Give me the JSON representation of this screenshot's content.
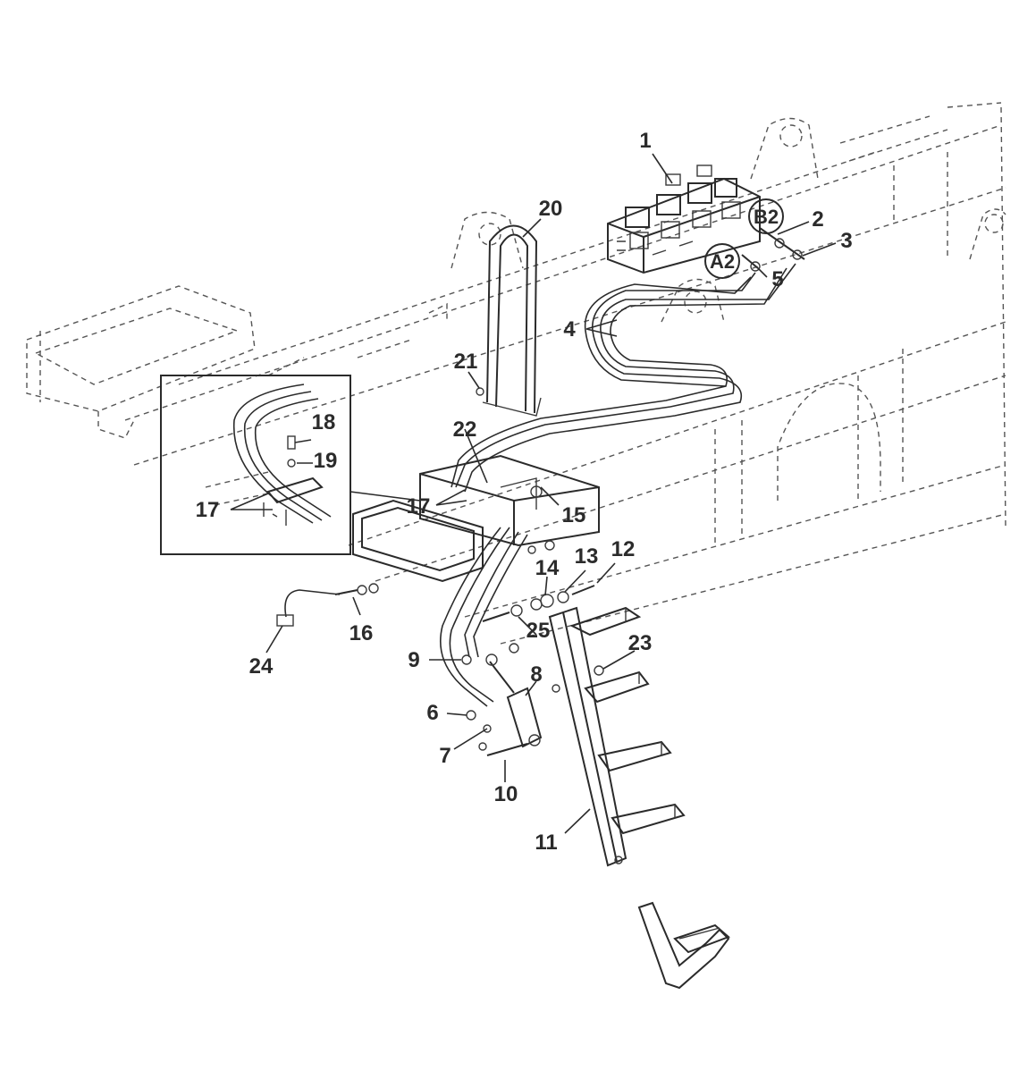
{
  "callouts": {
    "c1": "1",
    "c2": "2",
    "c3": "3",
    "c4": "4",
    "c5": "5",
    "c6": "6",
    "c7": "7",
    "c8": "8",
    "c9": "9",
    "c10": "10",
    "c11": "11",
    "c12": "12",
    "c13": "13",
    "c14": "14",
    "c15": "15",
    "c16": "16",
    "c17a": "17",
    "c17b": "17",
    "c18": "18",
    "c19": "19",
    "c20": "20",
    "c21": "21",
    "c22": "22",
    "c23": "23",
    "c24": "24",
    "c25": "25"
  },
  "ports": {
    "a2": "A2",
    "b2": "B2"
  }
}
